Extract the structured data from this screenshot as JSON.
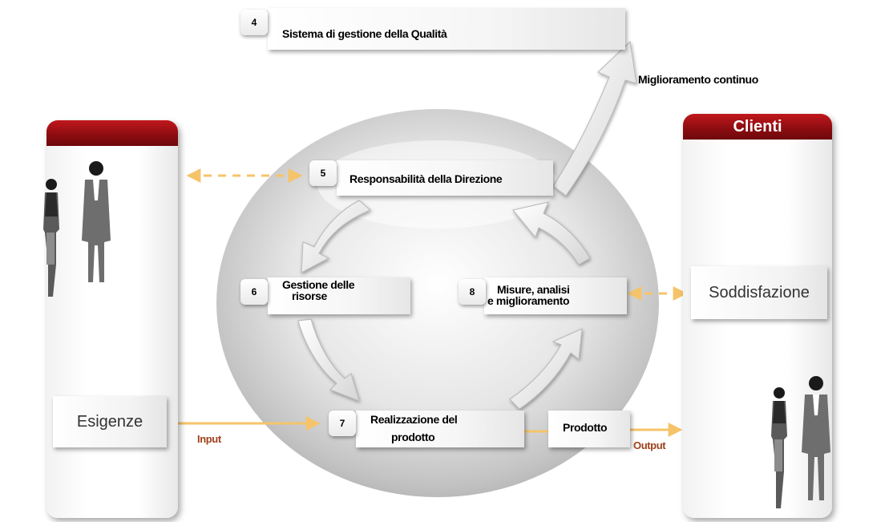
{
  "panels": {
    "left": {
      "title": ""
    },
    "right": {
      "title": "Clienti"
    }
  },
  "boxes": {
    "qms": {
      "number": "4",
      "label": "Sistema di gestione della Qualità"
    },
    "management": {
      "number": "5",
      "label": "Responsabilità della Direzione"
    },
    "resources": {
      "number": "6",
      "label_lines": [
        "Gestione delle",
        "risorse"
      ]
    },
    "measurement": {
      "number": "8",
      "label_lines": [
        "Misure, analisi",
        "e miglioramento"
      ]
    },
    "realization": {
      "number": "7",
      "label_lines": [
        "Realizzazione del",
        "prodotto"
      ]
    },
    "product": {
      "label": "Prodotto"
    }
  },
  "requirements": {
    "label": "Esigenze"
  },
  "satisfaction": {
    "label": "Soddisfazione"
  },
  "labels": {
    "continual_improvement": "Miglioramento continuo",
    "input": "Input",
    "output": "Output"
  },
  "colors": {
    "header_red": "#8a0c10",
    "flow_arrow": "#f5c46a",
    "io_text": "#a0401a"
  },
  "icons": [
    "people-silhouette-icon",
    "curved-arrow-icon",
    "dashed-double-arrow-icon"
  ]
}
